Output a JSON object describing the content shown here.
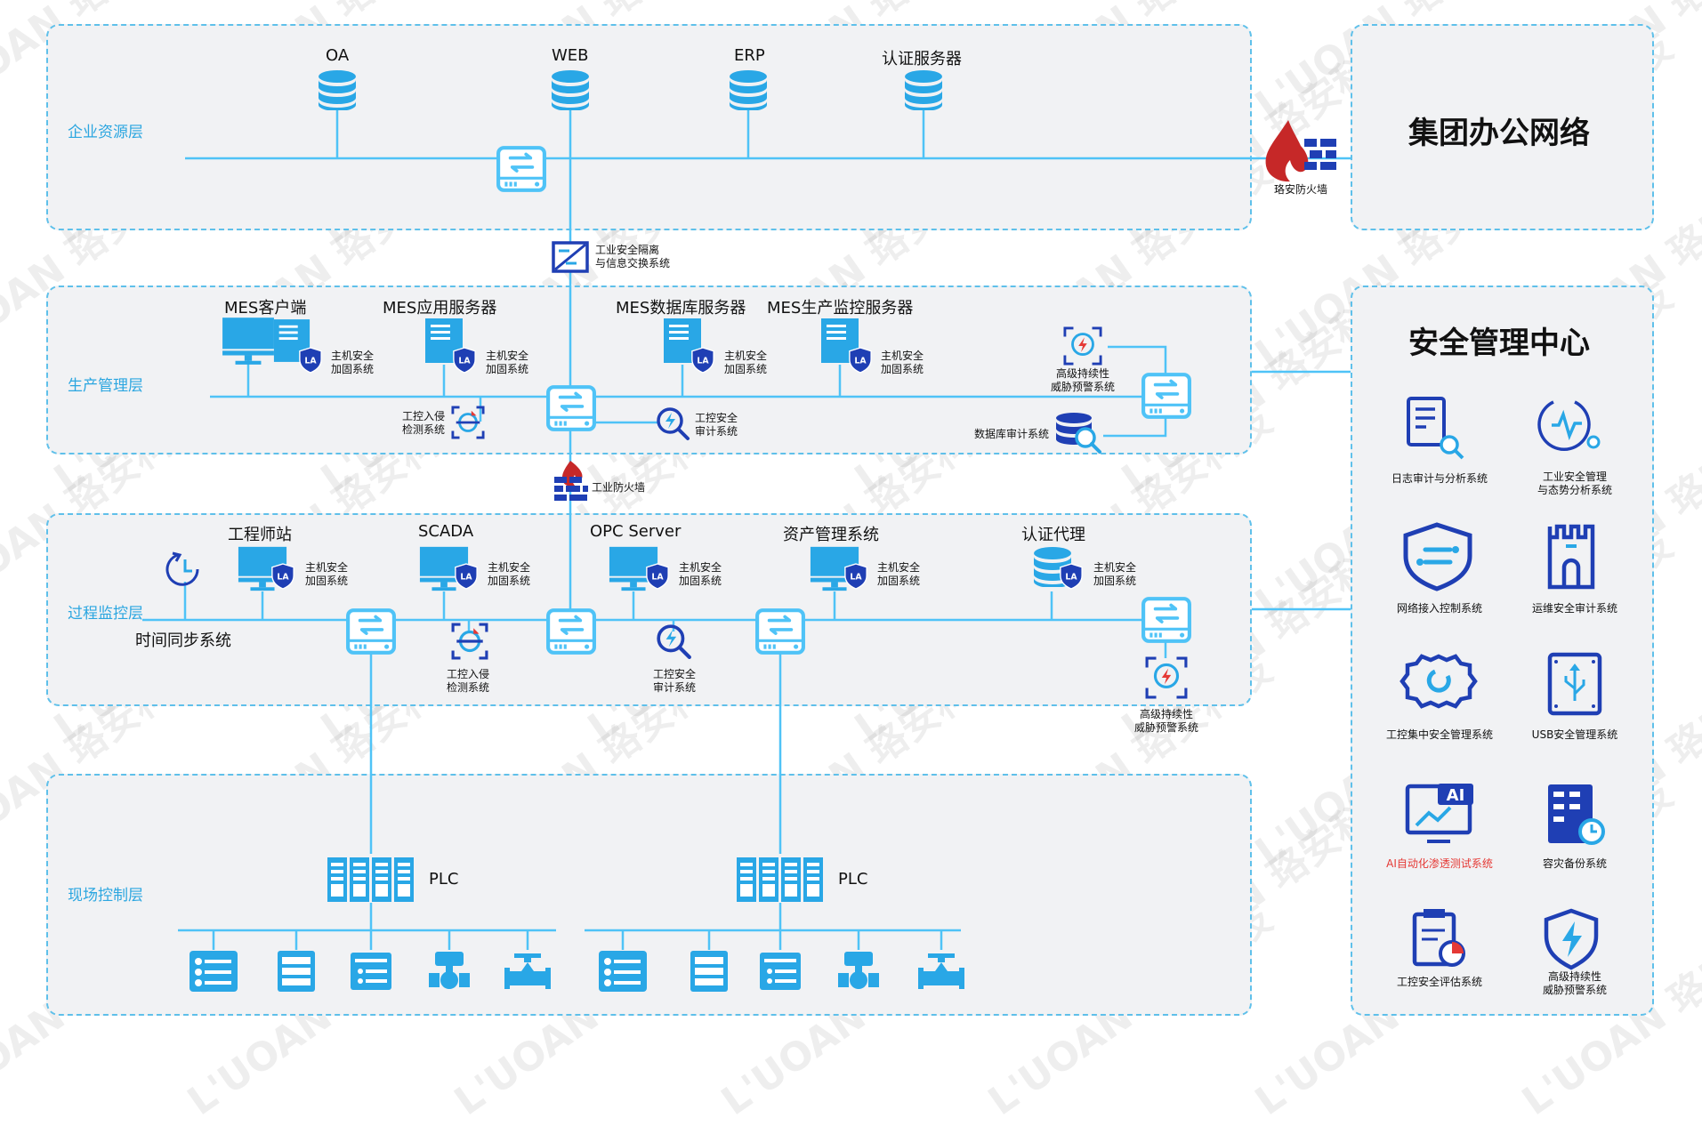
{
  "layers": {
    "enterprise": "企业资源层",
    "production": "生产管理层",
    "process": "过程监控层",
    "field": "现场控制层"
  },
  "enterprise": {
    "servers": [
      "OA",
      "WEB",
      "ERP",
      "认证服务器"
    ],
    "firewall": "珞安防火墙",
    "office_network": "集团办公网络"
  },
  "isolation": "工业安全隔离\n与信息交换系统",
  "industrial_firewall": "工业防火墙",
  "production": {
    "hosts": [
      "MES客户端",
      "MES应用服务器",
      "MES数据库服务器",
      "MES生产监控服务器"
    ],
    "hardening": "主机安全\n加固系统",
    "apt": "高级持续性\n威胁预警系统",
    "ids": "工控入侵\n检测系统",
    "audit": "工控安全\n审计系统",
    "db_audit": "数据库审计系统"
  },
  "process": {
    "hosts": [
      "工程师站",
      "SCADA",
      "OPC Server",
      "资产管理系统",
      "认证代理"
    ],
    "hardening": "主机安全\n加固系统",
    "time_sync": "时间同步系统",
    "ids": "工控入侵\n检测系统",
    "audit": "工控安全\n审计系统",
    "apt": "高级持续性\n威胁预警系统"
  },
  "field": {
    "plc_1": "PLC",
    "plc_2": "PLC"
  },
  "security_center": {
    "title": "安全管理中心",
    "items": [
      {
        "label": "日志审计与分析系统",
        "icon": "log-audit-icon"
      },
      {
        "label": "工业安全管理\n与态势分析系统",
        "icon": "situation-analysis-icon"
      },
      {
        "label": "网络接入控制系统",
        "icon": "network-access-icon"
      },
      {
        "label": "运维安全审计系统",
        "icon": "ops-audit-icon"
      },
      {
        "label": "工控集中安全管理系统",
        "icon": "central-management-icon"
      },
      {
        "label": "USB安全管理系统",
        "icon": "usb-icon"
      },
      {
        "label": "AI自动化渗透测试系统",
        "icon": "ai-pentest-icon"
      },
      {
        "label": "容灾备份系统",
        "icon": "backup-icon"
      },
      {
        "label": "工控安全评估系统",
        "icon": "assessment-icon"
      },
      {
        "label": "高级持续性\n威胁预警系统",
        "icon": "apt-shield-icon"
      }
    ]
  },
  "watermark": "L'UOAN 珞安科技",
  "colors": {
    "line": "#4fc3f7",
    "icon": "#29a7e6",
    "dark_icon": "#1f3fb4",
    "zone_border": "#5fc0ea",
    "zone_fill": "#f1f2f4",
    "layer_label": "#2ba6e0",
    "alert": "#e53935"
  }
}
